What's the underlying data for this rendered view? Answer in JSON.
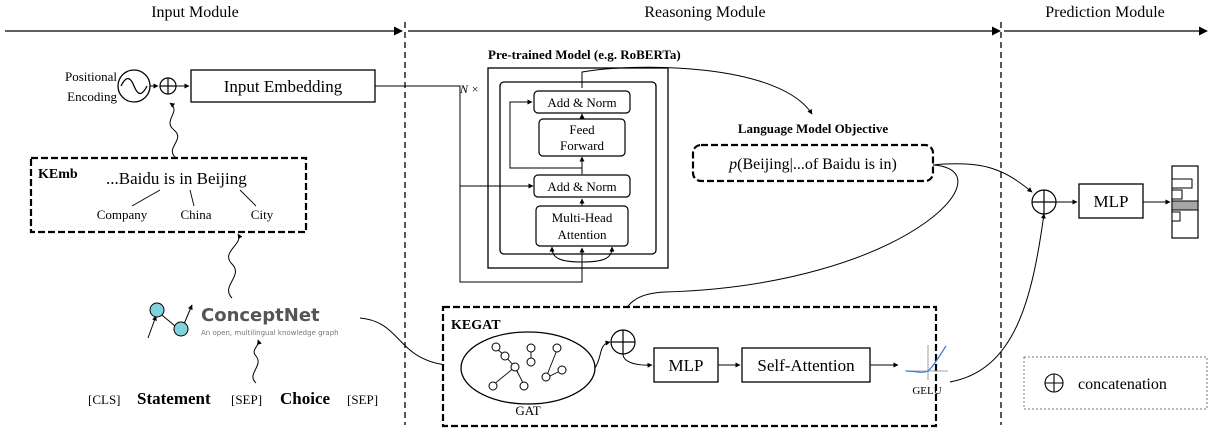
{
  "modules": {
    "input": "Input Module",
    "reasoning": "Reasoning Module",
    "prediction": "Prediction Module"
  },
  "input": {
    "positional_encoding_line1": "Positional",
    "positional_encoding_line2": "Encoding",
    "input_embedding": "Input  Embedding",
    "kemb_label": "KEmb",
    "kemb_sentence": "...Baidu is in Beijing",
    "entity_company": "Company",
    "entity_china": "China",
    "entity_city": "City",
    "conceptnet_title": "ConceptNet",
    "conceptnet_subtitle": "An open, multilingual knowledge graph",
    "seq_cls": "[CLS]",
    "seq_statement": "Statement",
    "seq_sep1": "[SEP]",
    "seq_choice": "Choice",
    "seq_sep2": "[SEP]"
  },
  "reasoning": {
    "pretrained_title": "Pre-trained Model (e.g. RoBERTa)",
    "repeat_label": "N ×",
    "add_norm_top": "Add & Norm",
    "feed_forward_line1": "Feed",
    "feed_forward_line2": "Forward",
    "add_norm_bottom": "Add & Norm",
    "mha_line1": "Multi-Head",
    "mha_line2": "Attention",
    "lm_objective_title": "Language Model Objective",
    "lm_objective_formula_prefix": "p",
    "lm_objective_formula_rest": "(Beijing|...of Baidu is in)",
    "kegat_label": "KEGAT",
    "gat_label": "GAT",
    "mlp": "MLP",
    "self_attention": "Self-Attention",
    "gelu": "GELU"
  },
  "prediction": {
    "mlp": "MLP",
    "legend_text": "concatenation"
  },
  "colors": {
    "line": "#000000",
    "conceptnet_node": "#7fd3dc",
    "conceptnet_text": "#555555",
    "output_bar": "#a6a6a6",
    "legend_border": "#7a7a7a"
  }
}
